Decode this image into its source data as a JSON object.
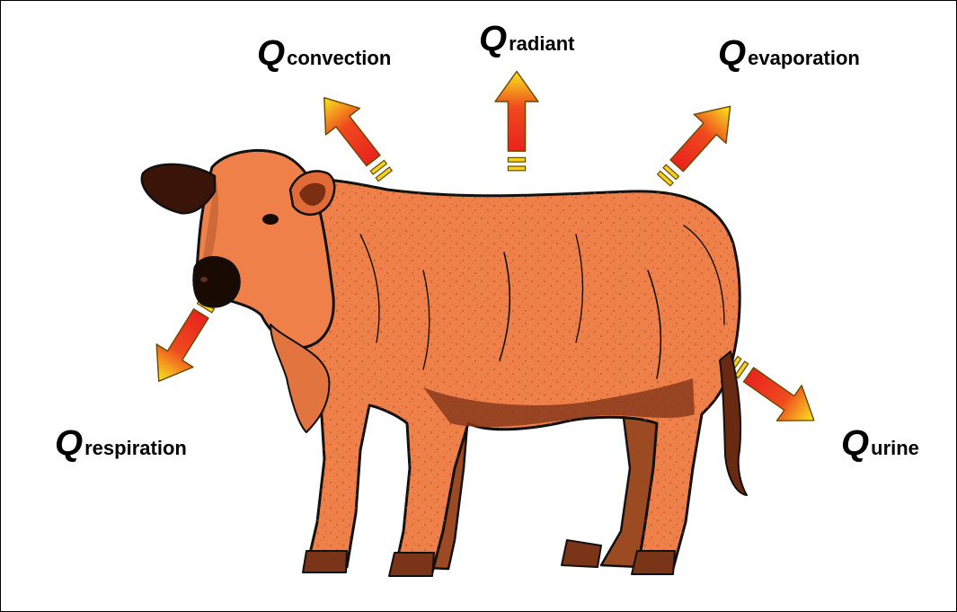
{
  "labels": {
    "convection": {
      "symbol": "Q",
      "subscript": "convection"
    },
    "radiant": {
      "symbol": "Q",
      "subscript": "radiant"
    },
    "evaporation": {
      "symbol": "Q",
      "subscript": "evaporation"
    },
    "respiration": {
      "symbol": "Q",
      "subscript": "respiration"
    },
    "urine": {
      "symbol": "Q",
      "subscript": "urine"
    }
  },
  "colors": {
    "cow_body": "#F0804A",
    "cow_shade": "#C8683A",
    "cow_dark": "#8A3A1C",
    "outline": "#111111",
    "arrow_red": "#E8231E",
    "arrow_yellow": "#F7E81E"
  },
  "icons": {
    "animal": "cow-illustration",
    "arrow": "heat-flow-arrow"
  }
}
